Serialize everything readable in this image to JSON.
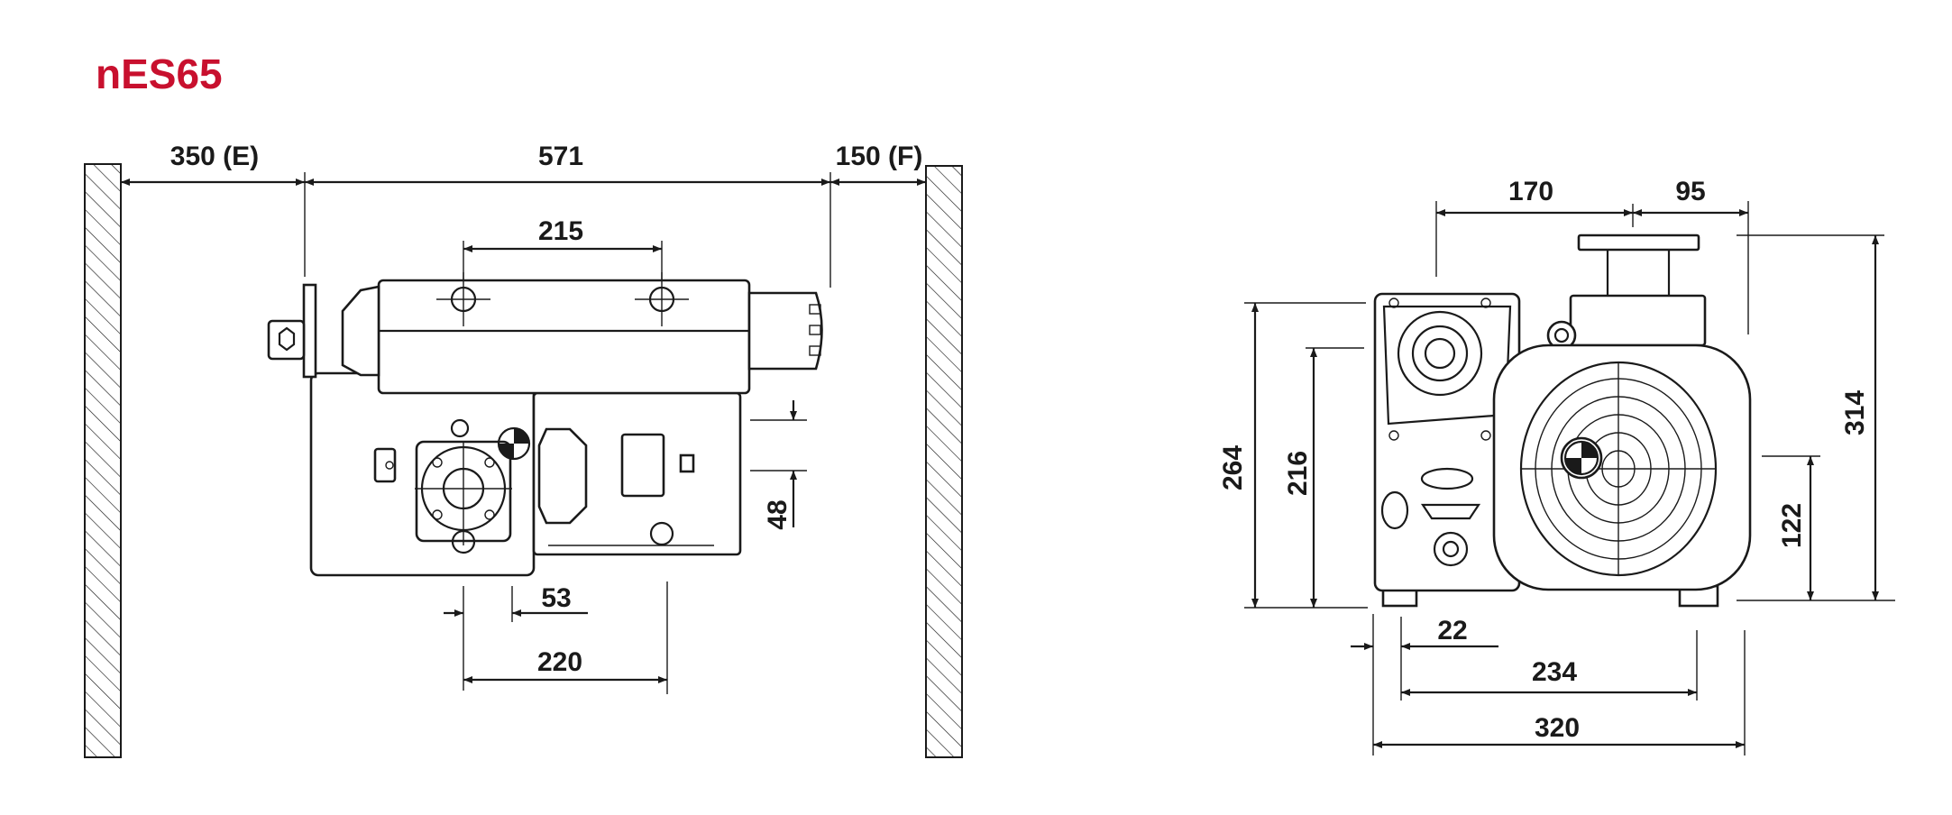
{
  "title": "nES65",
  "colors": {
    "title": "#c8102e",
    "line": "#1a1a1a"
  },
  "side_view": {
    "clearance_left": "350 (E)",
    "overall_length": "571",
    "clearance_right": "150 (F)",
    "hole_spacing_top": "215",
    "offset_48": "48",
    "offset_53": "53",
    "foot_spacing": "220"
  },
  "front_view": {
    "inlet_offset_170": "170",
    "inlet_offset_95": "95",
    "overall_height": "314",
    "height_122": "122",
    "height_264": "264",
    "height_216": "216",
    "offset_22": "22",
    "foot_width": "234",
    "overall_width": "320"
  }
}
